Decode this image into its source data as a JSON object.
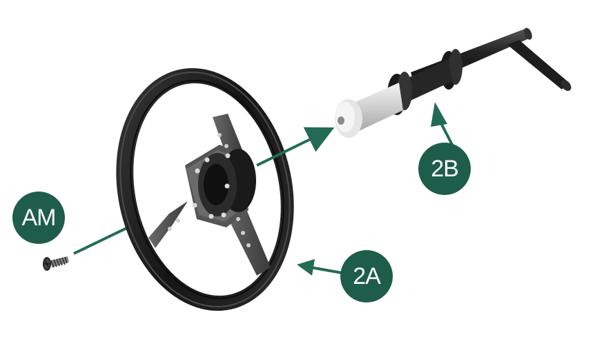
{
  "callouts": {
    "am": "AM",
    "part_2a": "2A",
    "part_2b": "2B"
  },
  "colors": {
    "callout_green": "#1f5d4b",
    "arrow_green": "#236b55",
    "rubber_black": "#1c1c1c",
    "metal_silver": "#d8d8d8"
  },
  "icons": [
    "screw-icon",
    "steering-wheel-icon",
    "steering-column-icon",
    "arrow-icon"
  ]
}
